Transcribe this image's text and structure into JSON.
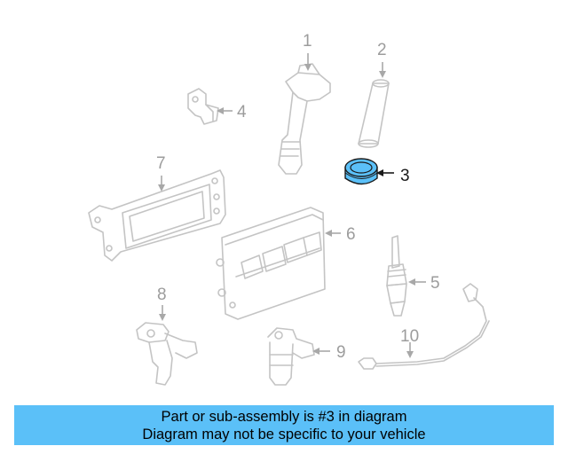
{
  "callouts": [
    {
      "id": "1",
      "label": "1"
    },
    {
      "id": "2",
      "label": "2"
    },
    {
      "id": "3",
      "label": "3"
    },
    {
      "id": "4",
      "label": "4"
    },
    {
      "id": "5",
      "label": "5"
    },
    {
      "id": "6",
      "label": "6"
    },
    {
      "id": "7",
      "label": "7"
    },
    {
      "id": "8",
      "label": "8"
    },
    {
      "id": "9",
      "label": "9"
    },
    {
      "id": "10",
      "label": "10"
    }
  ],
  "highlighted_part": "3",
  "colors": {
    "banner": "#5bc0f8",
    "highlight_part": "#5bc0f8",
    "part_line": "#c4c4c4",
    "label_muted": "#9c9c9c",
    "label_active": "#1a1a1a"
  },
  "footer": {
    "line1": "Part or sub-assembly is #3 in diagram",
    "line2": "Diagram may not be specific to your vehicle"
  }
}
